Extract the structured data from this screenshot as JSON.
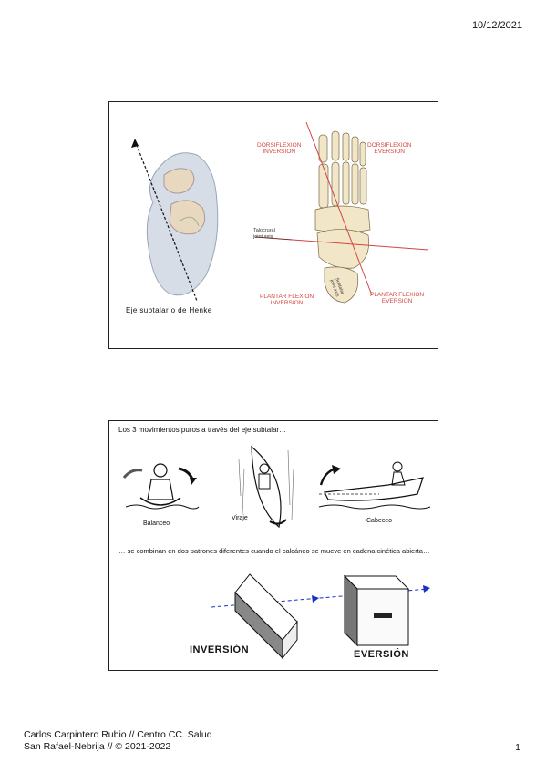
{
  "header": {
    "date": "10/12/2021"
  },
  "slide1": {
    "caption": "Eje subtalar o de Henke",
    "labels": {
      "top_left": [
        "DORSIFLEXION",
        "INVERSION"
      ],
      "top_right": [
        "DORSIFLEXION",
        "EVERSION"
      ],
      "bottom_left": [
        "PLANTAR FLEXION",
        "INVERSION"
      ],
      "bottom_right": [
        "PLANTAR FLEXION",
        "EVERSION"
      ],
      "talocrural": [
        "Talocrural",
        "joint axis"
      ],
      "subtalar": [
        "Subtalar",
        "joint axis"
      ]
    }
  },
  "slide2": {
    "intro": "Los 3 movimientos puros a través del eje subtalar…",
    "movements": [
      "Balanceo",
      "Viraje",
      "Cabeceo"
    ],
    "text": "… se combinan en dos patrones diferentes cuando el calcáneo se mueve en cadena cinética abierta…",
    "inversion": "INVERSIÓN",
    "eversion": "EVERSIÓN"
  },
  "footer": {
    "line1": "Carlos Carpintero Rubio // Centro CC. Salud",
    "line2": "San Rafael-Nebrija //  © 2021-2022",
    "page": "1"
  }
}
